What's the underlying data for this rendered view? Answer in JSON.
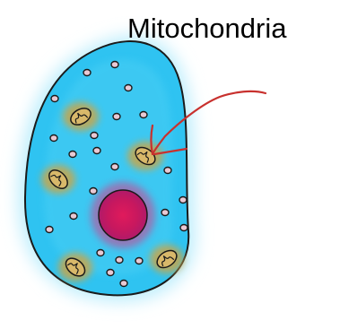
{
  "label": {
    "text": "Mitochondria"
  },
  "colors": {
    "cytoplasm": "#2fc3f1",
    "glow": "#bfeefc",
    "outline": "#1a1a1a",
    "nucleus": "#c7185f",
    "nucleus_glow": "#d63a8a",
    "mitochondria_fill": "#d8b86a",
    "mitochondria_glow": "#c9a64a",
    "granule_fill": "#e9c9d4",
    "arrow": "#c8312e"
  },
  "icons": {
    "cell": "cell-body",
    "nucleus": "nucleus",
    "mitochondrion": "mitochondrion",
    "granule": "granule",
    "arrow": "pointer-arrow"
  }
}
